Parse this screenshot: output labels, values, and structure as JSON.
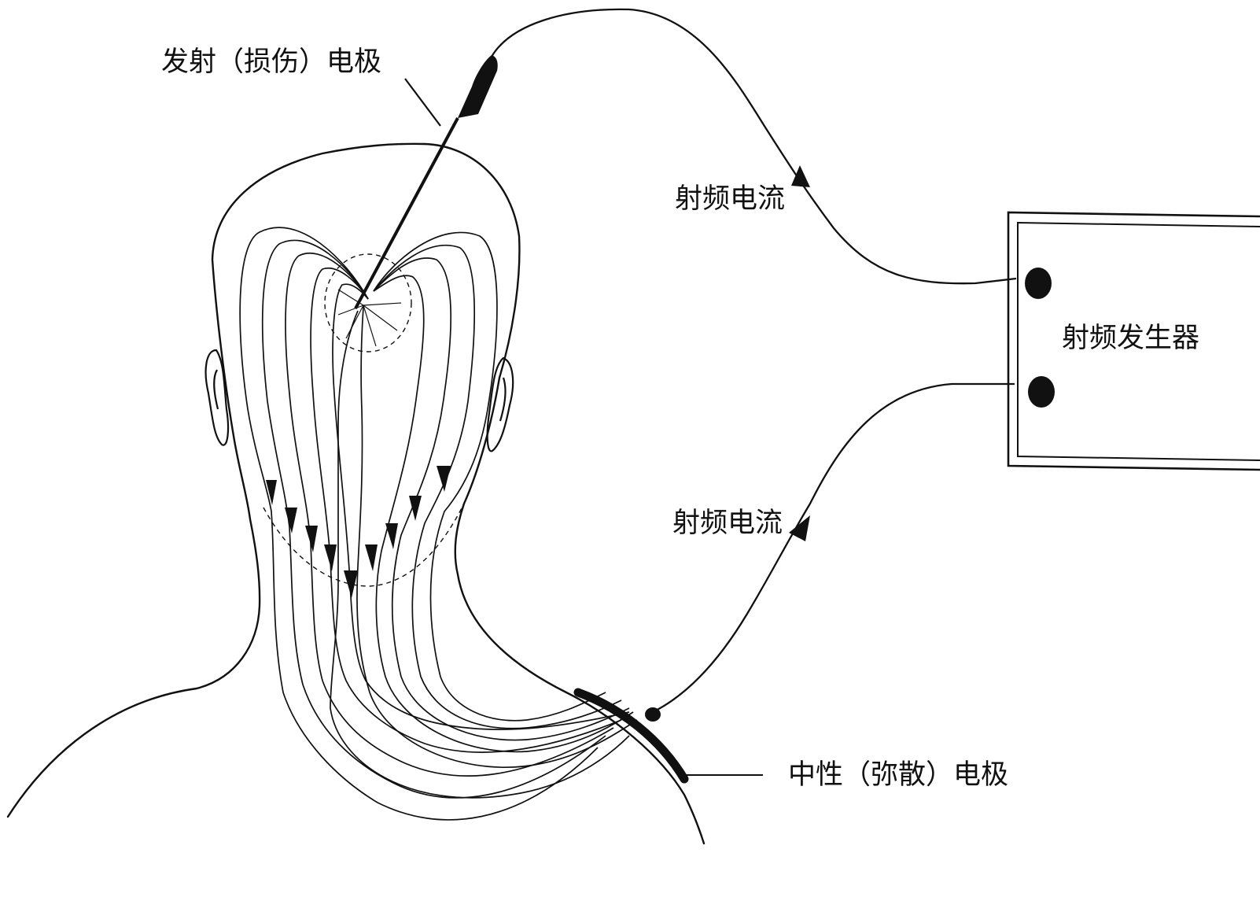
{
  "labels": {
    "active_electrode": "发射（损伤）电极",
    "rf_current_top": "射频电流",
    "rf_current_bottom": "射频电流",
    "rf_generator": "射频发生器",
    "dispersive_electrode": "中性（弥散）电极"
  },
  "colors": {
    "ink": "#111111",
    "background": "#ffffff"
  }
}
